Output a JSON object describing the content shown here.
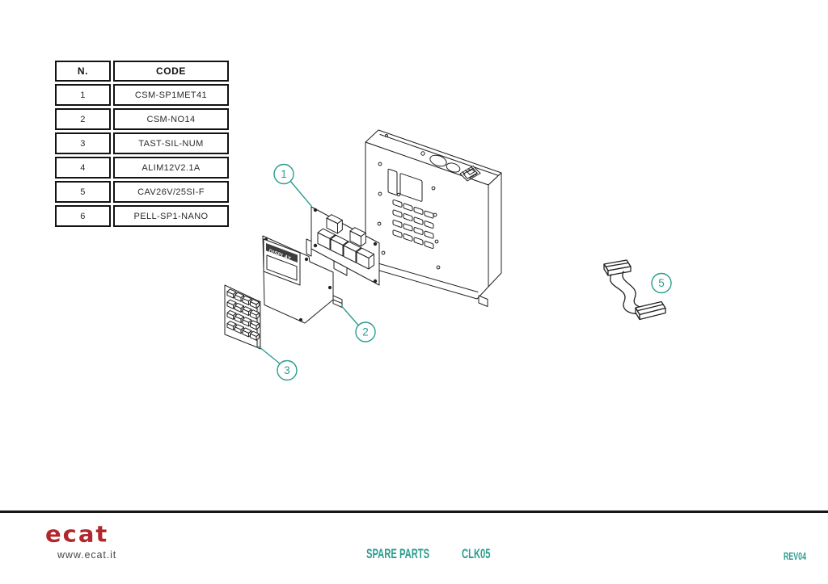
{
  "table": {
    "headers": [
      "N.",
      "CODE"
    ],
    "rows": [
      {
        "n": "1",
        "code": "CSM-SP1MET41"
      },
      {
        "n": "2",
        "code": "CSM-NO14"
      },
      {
        "n": "3",
        "code": "TAST-SIL-NUM"
      },
      {
        "n": "4",
        "code": "ALIM12V2.1A"
      },
      {
        "n": "5",
        "code": "CAV26V/25SI-F"
      },
      {
        "n": "6",
        "code": "PELL-SP1-NANO"
      }
    ]
  },
  "diagram": {
    "display_label": "DISPLAY",
    "callouts": [
      "1",
      "2",
      "3",
      "5"
    ]
  },
  "footer": {
    "logo_text": "ecat",
    "website": "www.ecat.it",
    "doc_type": "SPARE PARTS",
    "doc_code": "CLK05",
    "revision": "REV04"
  },
  "colors": {
    "accent_teal": "#2a9d8e",
    "logo_red": "#b2262c",
    "line_art": "#222222"
  }
}
